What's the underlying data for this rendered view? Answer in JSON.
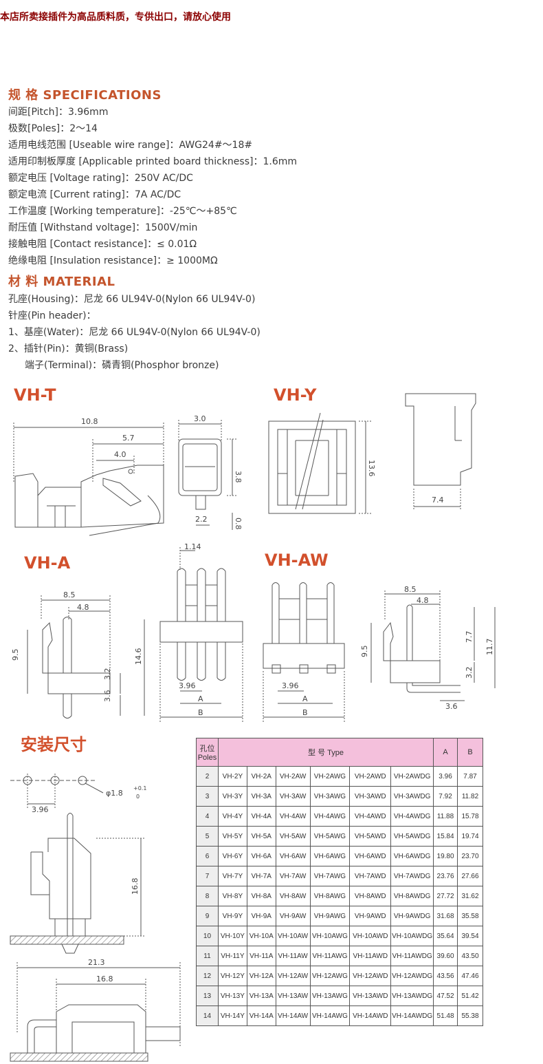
{
  "banner": "本店所卖接插件为高品质料质，专供出口，请放心使用",
  "spec_title": "规 格 SPECIFICATIONS",
  "specs": [
    "间距[Pitch]：3.96mm",
    "极数[Poles]：2～14",
    "适用电线范围 [Useable wire range]：AWG24#～18#",
    "适用印制板厚度 [Applicable printed board thickness]：1.6mm",
    "额定电压 [Voltage rating]：250V AC/DC",
    "额定电流 [Current rating]：7A AC/DC",
    "工作温度 [Working temperature]：-25℃～+85℃",
    "耐压值 [Withstand voltage]：1500V/min",
    "接触电阻 [Contact resistance]：≤ 0.01Ω",
    "绝缘电阻 [Insulation resistance]：≥ 1000MΩ"
  ],
  "material_title": "材 料 MATERIAL",
  "materials": [
    "孔座(Housing)：尼龙 66 UL94V-0(Nylon 66 UL94V-0)",
    "针座(Pin header)：",
    "1、基座(Water)：尼龙 66 UL94V-0(Nylon 66 UL94V-0)",
    "2、插针(Pin)：黄铜(Brass)",
    "端子(Terminal)：磷青铜(Phosphor bronze)"
  ],
  "models": {
    "vht": "VH-T",
    "vhy": "VH-Y",
    "vha": "VH-A",
    "vhaw": "VH-AW",
    "install": "安装尺寸"
  },
  "dims": {
    "vht_10_8": "10.8",
    "vht_5_7": "5.7",
    "vht_4_0": "4.0",
    "vht_3_0": "3.0",
    "vht_3_8": "3.8",
    "vht_2_2": "2.2",
    "vht_0_8": "0.8",
    "vhy_13_6": "13.6",
    "vhy_7_4": "7.4",
    "vha_1_14": "1.14",
    "vha_8_5": "8.5",
    "vha_4_8": "4.8",
    "vha_9_5": "9.5",
    "vha_3_2": "3.2",
    "vha_3_6": "3.6",
    "vha_14_6": "14.6",
    "vha_3_96": "3.96",
    "vha_A": "A",
    "vha_B": "B",
    "vhaw_3_96": "3.96",
    "vhaw_A": "A",
    "vhaw_B": "B",
    "vhaw_8_5": "8.5",
    "vhaw_4_8": "4.8",
    "vhaw_9_5": "9.5",
    "vhaw_7_7": "7.7",
    "vhaw_11_7": "11.7",
    "vhaw_3_2": "3.2",
    "vhaw_3_6": "3.6",
    "inst_phi": "φ1.8",
    "inst_tol_up": "+0.1",
    "inst_tol_dn": "0",
    "inst_3_96": "3.96",
    "inst_16_8": "16.8",
    "inst_21_3": "21.3",
    "inst_16_8b": "16.8"
  },
  "table": {
    "header": {
      "poles_cn": "孔位",
      "poles_en": "Poles",
      "type": "型 号 Type",
      "a": "A",
      "b": "B"
    },
    "rows": [
      [
        "2",
        "VH-2Y",
        "VH-2A",
        "VH-2AW",
        "VH-2AWG",
        "VH-2AWD",
        "VH-2AWDG",
        "3.96",
        "7.87"
      ],
      [
        "3",
        "VH-3Y",
        "VH-3A",
        "VH-3AW",
        "VH-3AWG",
        "VH-3AWD",
        "VH-3AWDG",
        "7.92",
        "11.82"
      ],
      [
        "4",
        "VH-4Y",
        "VH-4A",
        "VH-4AW",
        "VH-4AWG",
        "VH-4AWD",
        "VH-4AWDG",
        "11.88",
        "15.78"
      ],
      [
        "5",
        "VH-5Y",
        "VH-5A",
        "VH-5AW",
        "VH-5AWG",
        "VH-5AWD",
        "VH-5AWDG",
        "15.84",
        "19.74"
      ],
      [
        "6",
        "VH-6Y",
        "VH-6A",
        "VH-6AW",
        "VH-6AWG",
        "VH-6AWD",
        "VH-6AWDG",
        "19.80",
        "23.70"
      ],
      [
        "7",
        "VH-7Y",
        "VH-7A",
        "VH-7AW",
        "VH-7AWG",
        "VH-7AWD",
        "VH-7AWDG",
        "23.76",
        "27.66"
      ],
      [
        "8",
        "VH-8Y",
        "VH-8A",
        "VH-8AW",
        "VH-8AWG",
        "VH-8AWD",
        "VH-8AWDG",
        "27.72",
        "31.62"
      ],
      [
        "9",
        "VH-9Y",
        "VH-9A",
        "VH-9AW",
        "VH-9AWG",
        "VH-9AWD",
        "VH-9AWDG",
        "31.68",
        "35.58"
      ],
      [
        "10",
        "VH-10Y",
        "VH-10A",
        "VH-10AW",
        "VH-10AWG",
        "VH-10AWD",
        "VH-10AWDG",
        "35.64",
        "39.54"
      ],
      [
        "11",
        "VH-11Y",
        "VH-11A",
        "VH-11AW",
        "VH-11AWG",
        "VH-11AWD",
        "VH-11AWDG",
        "39.60",
        "43.50"
      ],
      [
        "12",
        "VH-12Y",
        "VH-12A",
        "VH-12AW",
        "VH-12AWG",
        "VH-12AWD",
        "VH-12AWDG",
        "43.56",
        "47.46"
      ],
      [
        "13",
        "VH-13Y",
        "VH-13A",
        "VH-13AW",
        "VH-13AWG",
        "VH-13AWD",
        "VH-13AWDG",
        "47.52",
        "51.42"
      ],
      [
        "14",
        "VH-14Y",
        "VH-14A",
        "VH-14AW",
        "VH-14AWG",
        "VH-14AWD",
        "VH-14AWDG",
        "51.48",
        "55.38"
      ]
    ]
  },
  "colors": {
    "banner": "#8b0000",
    "section": "#c4542c",
    "model": "#d2502c",
    "table_header": "#f4c0dc"
  }
}
